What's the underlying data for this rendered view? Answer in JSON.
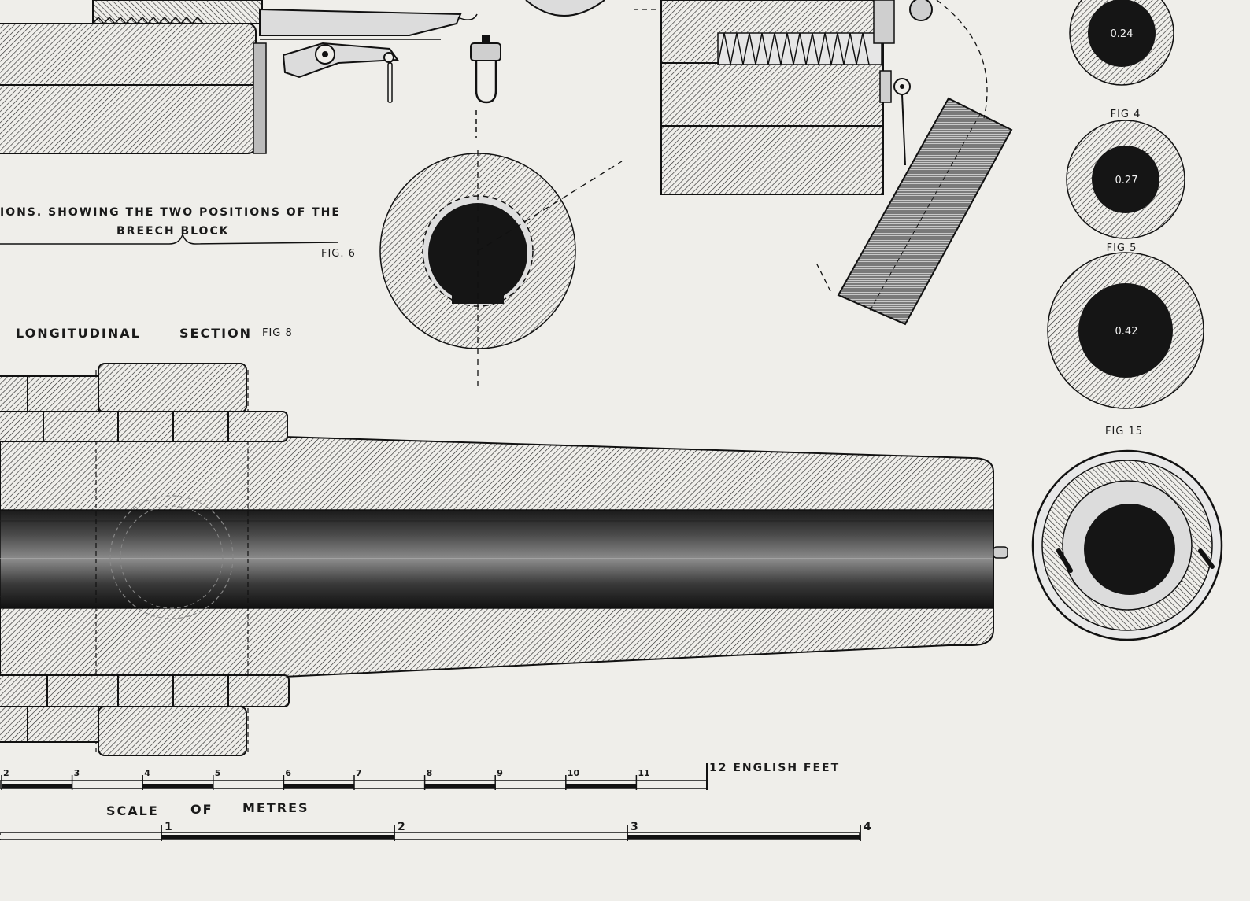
{
  "captions": {
    "elevations_line1": "IONS. SHOWING THE TWO POSITIONS OF THE",
    "elevations_line2": "BREECH BLOCK",
    "longitudinal": "LONGITUDINAL",
    "section": "SECTION",
    "fig6": "FIG. 6",
    "fig8": "FIG 8",
    "fig4": "FIG 4",
    "fig5": "FIG 5",
    "fig15": "FIG 15"
  },
  "bores": {
    "small": "0.24",
    "medium": "0.27",
    "large": "0.42"
  },
  "scale_feet": {
    "ticks": [
      "2",
      "3",
      "4",
      "5",
      "6",
      "7",
      "8",
      "9",
      "10",
      "11"
    ],
    "end_label": "12 ENGLISH FEET"
  },
  "scale_metres": {
    "title": [
      "SCALE",
      "OF",
      "METRES"
    ],
    "ticks": [
      "1",
      "2",
      "3",
      "4"
    ]
  },
  "colors": {
    "paper": "#efeeea",
    "ink": "#1a1a1a",
    "bore": "#151515"
  }
}
